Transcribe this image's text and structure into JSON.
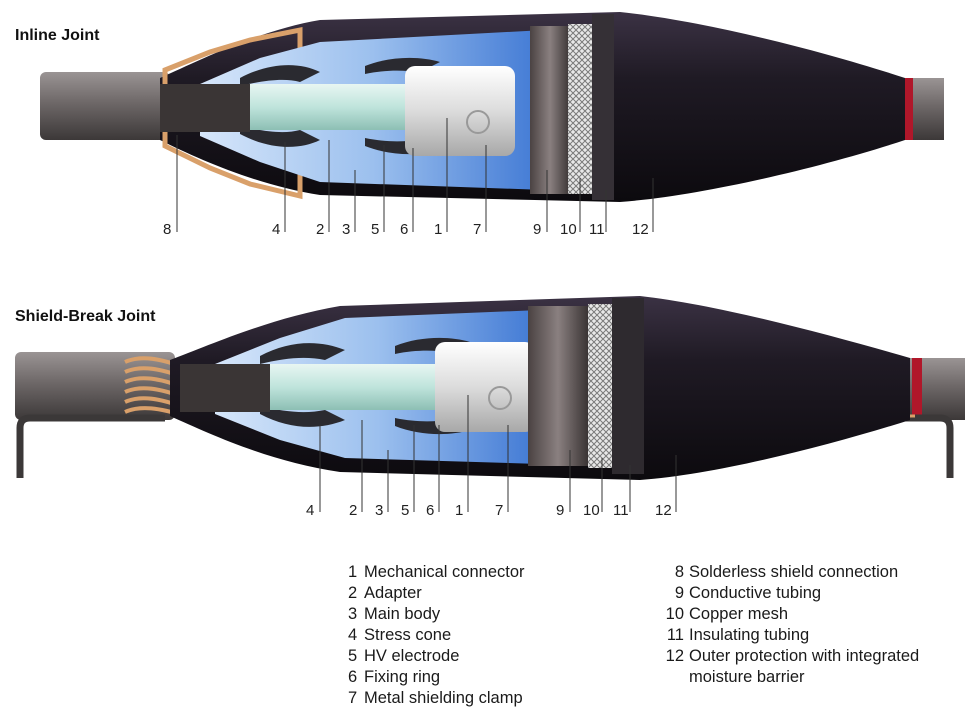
{
  "diagrams": [
    {
      "id": "inline",
      "title": "Inline Joint",
      "callouts": [
        "8",
        "4",
        "2",
        "3",
        "5",
        "6",
        "1",
        "7",
        "9",
        "10",
        "11",
        "12"
      ]
    },
    {
      "id": "shield",
      "title": "Shield-Break Joint",
      "callouts": [
        "4",
        "2",
        "3",
        "5",
        "6",
        "1",
        "7",
        "9",
        "10",
        "11",
        "12"
      ]
    }
  ],
  "legend": {
    "left": [
      {
        "num": "1",
        "text": "Mechanical connector"
      },
      {
        "num": "2",
        "text": "Adapter"
      },
      {
        "num": "3",
        "text": "Main body"
      },
      {
        "num": "4",
        "text": "Stress cone"
      },
      {
        "num": "5",
        "text": "HV electrode"
      },
      {
        "num": "6",
        "text": "Fixing ring"
      },
      {
        "num": "7",
        "text": "Metal shielding clamp"
      }
    ],
    "right": [
      {
        "num": "8",
        "text": "Solderless shield connection"
      },
      {
        "num": "9",
        "text": "Conductive tubing"
      },
      {
        "num": "10",
        "text": "Copper mesh"
      },
      {
        "num": "11",
        "text": "Insulating tubing"
      },
      {
        "num": "12",
        "text": "Outer protection with integrated"
      },
      {
        "num": "",
        "text": "moisture barrier"
      }
    ]
  },
  "colors": {
    "cable": "#6e6a6a",
    "outer": "#1f1a24",
    "body_blue": "#4a84d8",
    "body_light": "#cfe0f6",
    "insulation": "#bfe4dc",
    "connector": "#e6e6e6",
    "copper": "#d9a06a",
    "sheath_red": "#b0172a"
  }
}
